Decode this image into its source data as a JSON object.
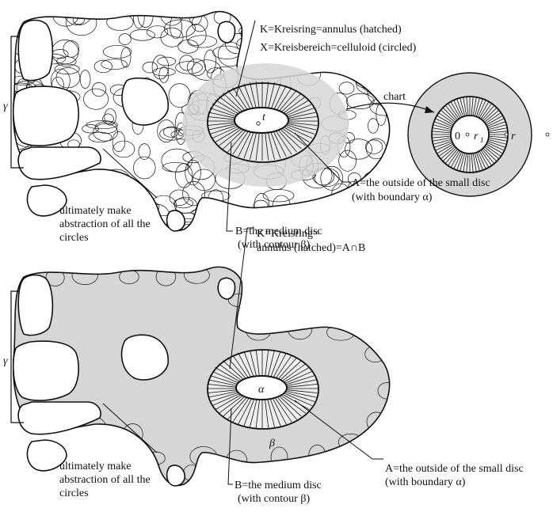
{
  "top": {
    "k_label": "K=Kreisring=annulus (hatched)",
    "x_label": "X=Kreisbereich=celluloid (circled)",
    "chart_label": "chart",
    "gamma": "γ",
    "ultimately_lines": [
      "ultimately make",
      "abstraction of all the",
      "circles"
    ],
    "a_lines": [
      "A=the outside of the small disc",
      "(with boundary α)"
    ],
    "b_lines": [
      "B=the medium disc",
      "(with contour β)"
    ],
    "t_label": "t",
    "chart_zero": "0",
    "chart_r1": "r",
    "chart_r1_sub": "1",
    "chart_r": "r"
  },
  "bottom": {
    "k_lines": [
      "K=Kreisring=",
      "annulus (hatched)=A∩B"
    ],
    "gamma": "γ",
    "alpha": "α",
    "beta": "β",
    "ultimately_lines": [
      "ultimately make",
      "abstraction of all the",
      "circles"
    ],
    "a_lines": [
      "A=the outside of the small disc",
      "(with boundary α)"
    ],
    "b_lines": [
      "B=the medium disc",
      "(with contour β)"
    ]
  },
  "colors": {
    "fill": "#d6d6d6",
    "ink": "#111111",
    "paper": "#ffffff"
  }
}
